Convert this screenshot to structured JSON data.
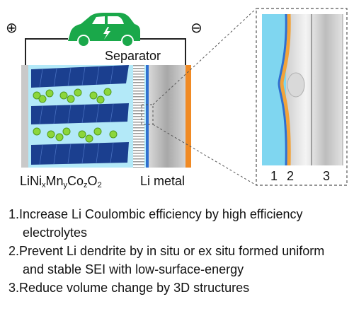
{
  "diagram": {
    "positive_terminal": "⊕",
    "negative_terminal": "⊖",
    "separator_label": "Separator",
    "cathode_label": {
      "base": [
        "LiNi",
        "Mn",
        "Co",
        "O"
      ],
      "subs": [
        "x",
        "y",
        "z",
        "2"
      ]
    },
    "anode_label": "Li metal",
    "zoom_layer_labels": [
      "1",
      "2",
      "3"
    ],
    "icon": "electric-car-icon",
    "colors": {
      "car": "#1aa84a",
      "electrolyte": "#7fd6f0",
      "cathode_crystal": "#1b3f8f",
      "li_ion": "#8cd63b",
      "sei_orange": "#f2a33a",
      "sei_blue": "#2f6fd0",
      "current_collector": "#f08a24"
    }
  },
  "notes": [
    "1.Increase Li Coulombic efficiency by high efficiency electrolytes",
    "2.Prevent Li dendrite by in situ or ex situ formed uniform and stable SEI with low-surface-energy",
    "3.Reduce volume change by 3D structures"
  ]
}
